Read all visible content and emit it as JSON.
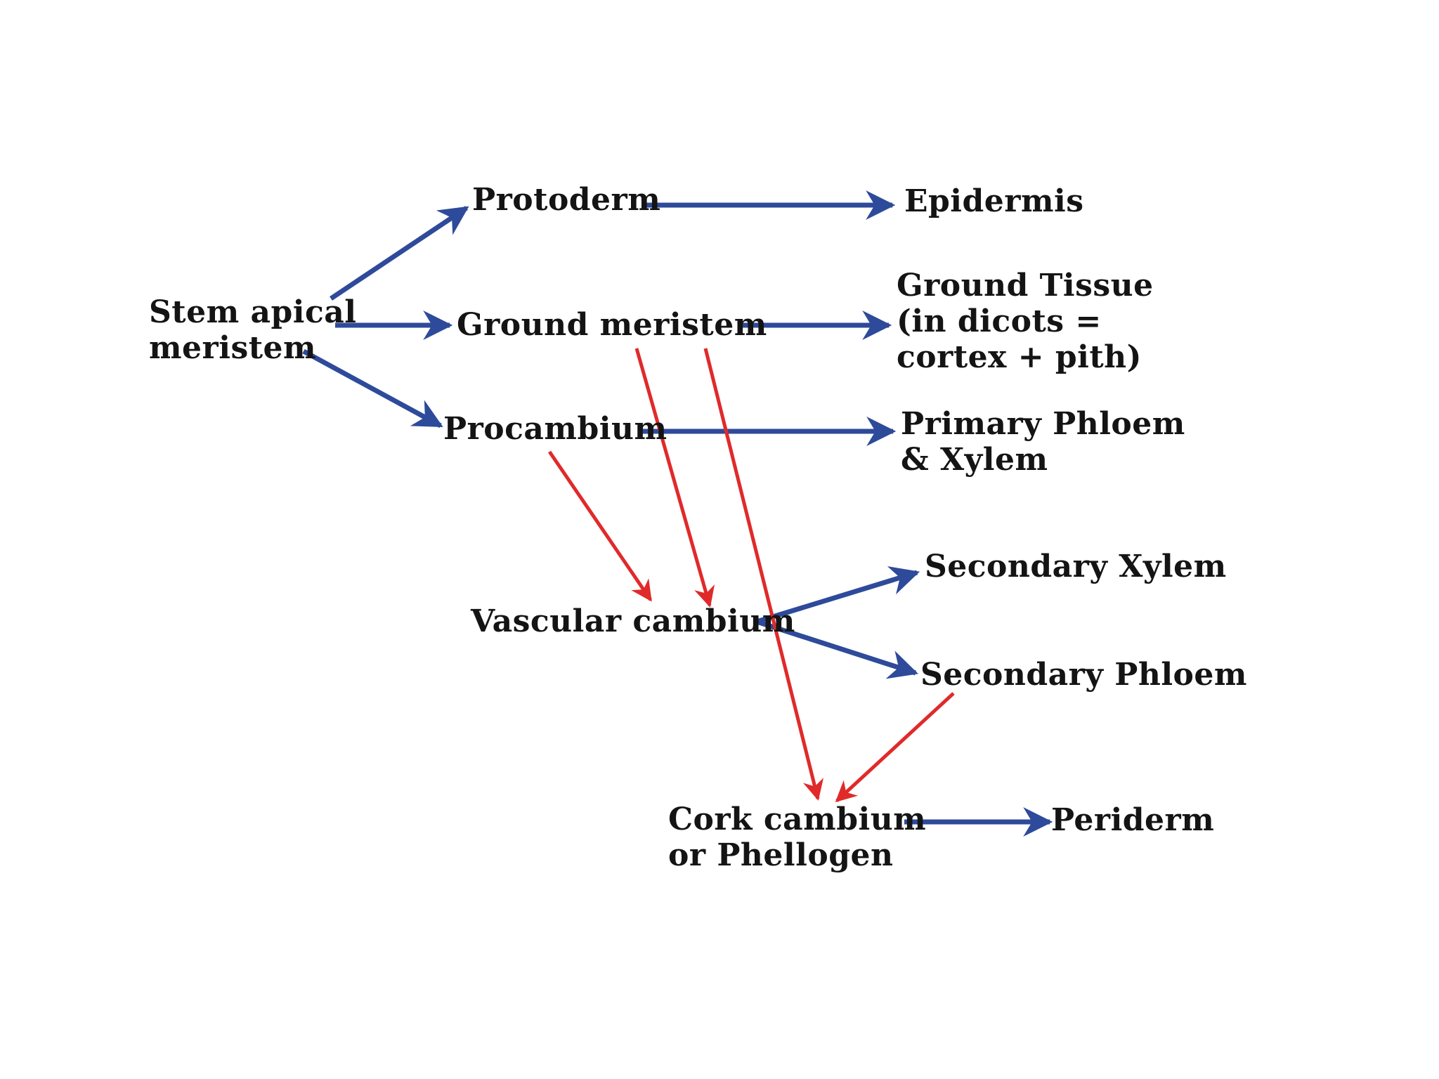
{
  "colors": {
    "primary_arrow": "#2E4A9A",
    "secondary_arrow": "#E02A2A",
    "text": "#141414",
    "background": "#FFFFFF"
  },
  "nodes": {
    "stem_apical_meristem": {
      "lines": [
        "Stem apical",
        "meristem"
      ]
    },
    "protoderm": {
      "lines": [
        "Protoderm"
      ]
    },
    "epidermis": {
      "lines": [
        "Epidermis"
      ]
    },
    "ground_meristem": {
      "lines": [
        "Ground meristem"
      ]
    },
    "ground_tissue": {
      "lines": [
        "Ground Tissue",
        "(in dicots =",
        "cortex + pith)"
      ]
    },
    "procambium": {
      "lines": [
        "Procambium"
      ]
    },
    "primary_phloem_xylem": {
      "lines": [
        "Primary Phloem",
        "& Xylem"
      ]
    },
    "vascular_cambium": {
      "lines": [
        "Vascular cambium"
      ]
    },
    "secondary_xylem": {
      "lines": [
        "Secondary Xylem"
      ]
    },
    "secondary_phloem": {
      "lines": [
        "Secondary Phloem"
      ]
    },
    "cork_cambium": {
      "lines": [
        "Cork cambium",
        "or Phellogen"
      ]
    },
    "periderm": {
      "lines": [
        "Periderm"
      ]
    }
  },
  "edges": [
    {
      "from": "stem_apical_meristem",
      "to": "protoderm",
      "kind": "primary"
    },
    {
      "from": "stem_apical_meristem",
      "to": "ground_meristem",
      "kind": "primary"
    },
    {
      "from": "stem_apical_meristem",
      "to": "procambium",
      "kind": "primary"
    },
    {
      "from": "protoderm",
      "to": "epidermis",
      "kind": "primary"
    },
    {
      "from": "ground_meristem",
      "to": "ground_tissue",
      "kind": "primary"
    },
    {
      "from": "procambium",
      "to": "primary_phloem_xylem",
      "kind": "primary"
    },
    {
      "from": "procambium",
      "to": "vascular_cambium",
      "kind": "secondary"
    },
    {
      "from": "ground_meristem",
      "to": "vascular_cambium",
      "kind": "secondary"
    },
    {
      "from": "ground_meristem",
      "to": "cork_cambium",
      "kind": "secondary"
    },
    {
      "from": "vascular_cambium",
      "to": "secondary_xylem",
      "kind": "primary"
    },
    {
      "from": "vascular_cambium",
      "to": "secondary_phloem",
      "kind": "primary"
    },
    {
      "from": "secondary_phloem",
      "to": "cork_cambium",
      "kind": "secondary"
    },
    {
      "from": "cork_cambium",
      "to": "periderm",
      "kind": "primary"
    }
  ]
}
